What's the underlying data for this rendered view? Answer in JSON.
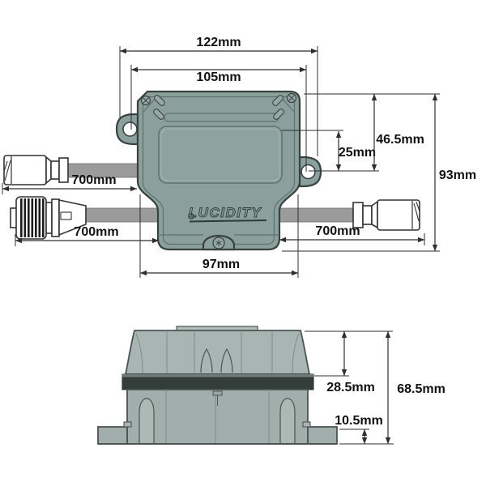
{
  "drawing": {
    "type": "technical-drawing",
    "views": [
      "top-view-with-cables",
      "side-view"
    ],
    "logo_text": "LUCIDITY"
  },
  "dimensions": {
    "top_overall_width": "122mm",
    "top_mounting_hole_span": "105mm",
    "mounting_hole_vertical_offset": "25mm",
    "mounting_hole_from_top": "46.5mm",
    "top_overall_height": "93mm",
    "bottom_width": "97mm",
    "cable_upper_left_length": "700mm",
    "cable_lower_left_length": "700mm",
    "cable_right_length": "700mm",
    "side_upper_height": "28.5mm",
    "side_overall_height": "68.5mm",
    "side_foot_height": "10.5mm"
  },
  "colors": {
    "enclosure_body": "#8BA09D",
    "enclosure_side": "#A9B5B2",
    "gasket_band": "#333D3A",
    "cable": "#9B9B9B",
    "dimension_lines": "#2E2E2E",
    "background": "#FFFFFF"
  }
}
